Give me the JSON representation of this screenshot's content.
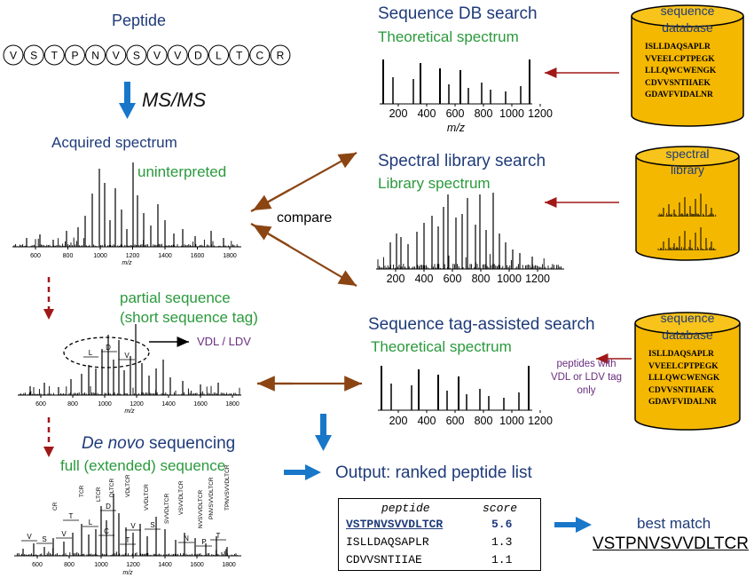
{
  "peptide": {
    "title": "Peptide",
    "residues": [
      "V",
      "S",
      "T",
      "P",
      "N",
      "V",
      "S",
      "V",
      "V",
      "D",
      "L",
      "T",
      "C",
      "R"
    ]
  },
  "msms_label": "MS/MS",
  "acquired": {
    "title": "Acquired spectrum",
    "note": "uninterpreted",
    "ticks": [
      "600",
      "800",
      "1000",
      "1200",
      "1400",
      "1600",
      "1800"
    ],
    "axis_label": "m/z"
  },
  "tag": {
    "note_line1": "partial sequence",
    "note_line2": "(short sequence tag)",
    "tag_letters": [
      "L",
      "D",
      "V"
    ],
    "tag_result": "VDL / LDV",
    "ticks": [
      "600",
      "800",
      "1000",
      "1200",
      "1400",
      "1600",
      "1800"
    ],
    "axis_label": "m/z"
  },
  "denovo": {
    "title_italic": "De novo",
    "title_rest": " sequencing",
    "note": "full (extended) sequence",
    "fragments": [
      "CR",
      "TCR",
      "DLTCR",
      "VDLTCR",
      "VVDLTCR",
      "SVVDLTCR",
      "VSVVDLTCR",
      "NVSVVDLTCR",
      "PNVSVVDLTCR",
      "TPNVSVVDLTCR",
      "LTCR"
    ],
    "gap_letters": [
      "V",
      "S",
      "V",
      "D",
      "T",
      "L",
      "T",
      "C",
      "V",
      "S",
      "N",
      "P",
      "T"
    ],
    "ticks": [
      "600",
      "800",
      "1000",
      "1200",
      "1400",
      "1600",
      "1800"
    ],
    "axis_label": "m/z"
  },
  "compare_label": "compare",
  "db_search": {
    "title": "Sequence DB search",
    "subtitle": "Theoretical spectrum",
    "ticks": [
      "200",
      "400",
      "600",
      "800",
      "1000",
      "1200"
    ],
    "axis_label": "m/z"
  },
  "library_search": {
    "title": "Spectral library search",
    "subtitle": "Library spectrum",
    "ticks": [
      "200",
      "400",
      "600",
      "800",
      "1000",
      "1200"
    ]
  },
  "tag_search": {
    "title": "Sequence tag-assisted search",
    "subtitle": "Theoretical spectrum",
    "ticks": [
      "200",
      "400",
      "600",
      "800",
      "1000",
      "1200"
    ],
    "filter_line1": "peptides with",
    "filter_line2": "VDL or LDV tag",
    "filter_line3": "only"
  },
  "db1": {
    "label_line1": "sequence",
    "label_line2": "database",
    "sequences": [
      "ISLLDAQSAPLR",
      "VVEELCPTPEGK",
      "LLLQWCWENGK",
      "CDVVSNTIIAEK",
      "GDAVFVIDALNR"
    ]
  },
  "db2": {
    "label_line1": "spectral",
    "label_line2": "library"
  },
  "db3": {
    "label_line1": "sequence",
    "label_line2": "database",
    "sequences": [
      "ISLLDAQSAPLR",
      "VVEELCPTPEGK",
      "LLLQWCWENGK",
      "CDVVSNTIIAEK",
      "GDAVFVIDALNR"
    ]
  },
  "output": {
    "title": "Output: ranked peptide list",
    "header_peptide": "peptide",
    "header_score": "score",
    "rows": [
      {
        "peptide": "VSTPNVSVVDLTCR",
        "score": "5.6"
      },
      {
        "peptide": "ISLLDAQSAPLR",
        "score": "1.3"
      },
      {
        "peptide": "CDVVSNTIIAE",
        "score": "1.1"
      }
    ]
  },
  "best": {
    "label": "best match",
    "sequence": "VSTPNVSVVDLTCR"
  },
  "colors": {
    "navy": "#1f3b7a",
    "green": "#2a9a3c",
    "purple": "#6a2d80",
    "db_fill": "#f5b800",
    "arrow_red": "#a01818",
    "arrow_brown": "#8b4513",
    "arrow_blue": "#1877c9"
  }
}
